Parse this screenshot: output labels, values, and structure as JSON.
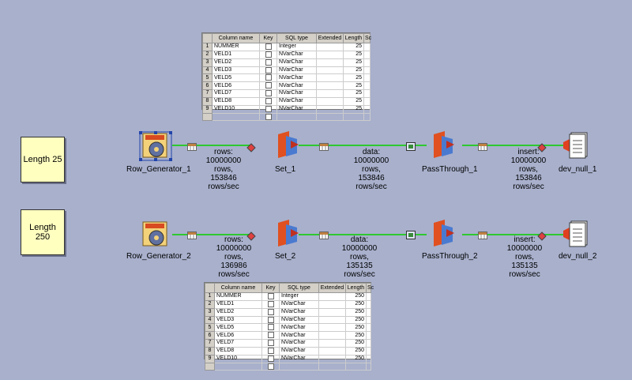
{
  "notes": [
    "Length 25",
    "Length 250"
  ],
  "table_headers": [
    "Column name",
    "Key",
    "SQL type",
    "Extended",
    "Length",
    "Sc"
  ],
  "table_top": {
    "rows": [
      {
        "idx": "1",
        "name": "NUMMER",
        "type": "Integer",
        "len": "25"
      },
      {
        "idx": "2",
        "name": "VELD1",
        "type": "NVarChar",
        "len": "25"
      },
      {
        "idx": "3",
        "name": "VELD2",
        "type": "NVarChar",
        "len": "25"
      },
      {
        "idx": "4",
        "name": "VELD3",
        "type": "NVarChar",
        "len": "25"
      },
      {
        "idx": "5",
        "name": "VELD5",
        "type": "NVarChar",
        "len": "25"
      },
      {
        "idx": "6",
        "name": "VELD6",
        "type": "NVarChar",
        "len": "25"
      },
      {
        "idx": "7",
        "name": "VELD7",
        "type": "NVarChar",
        "len": "25"
      },
      {
        "idx": "8",
        "name": "VELD8",
        "type": "NVarChar",
        "len": "25"
      },
      {
        "idx": "9",
        "name": "VELD10",
        "type": "NVarChar",
        "len": "25"
      }
    ]
  },
  "table_bottom": {
    "rows": [
      {
        "idx": "1",
        "name": "NUMMER",
        "type": "Integer",
        "len": "250"
      },
      {
        "idx": "2",
        "name": "VELD1",
        "type": "NVarChar",
        "len": "250"
      },
      {
        "idx": "3",
        "name": "VELD2",
        "type": "NVarChar",
        "len": "250"
      },
      {
        "idx": "4",
        "name": "VELD3",
        "type": "NVarChar",
        "len": "250"
      },
      {
        "idx": "5",
        "name": "VELD5",
        "type": "NVarChar",
        "len": "250"
      },
      {
        "idx": "6",
        "name": "VELD6",
        "type": "NVarChar",
        "len": "250"
      },
      {
        "idx": "7",
        "name": "VELD7",
        "type": "NVarChar",
        "len": "250"
      },
      {
        "idx": "8",
        "name": "VELD8",
        "type": "NVarChar",
        "len": "250"
      },
      {
        "idx": "9",
        "name": "VELD10",
        "type": "NVarChar",
        "len": "250"
      }
    ]
  },
  "flow1": {
    "generator": "Row_Generator_1",
    "set": "Set_1",
    "pass": "PassThrough_1",
    "dest": "dev_null_1",
    "stats_rows": "rows:\n10000000\nrows,\n153846\nrows/sec",
    "stats_data": "data:\n10000000\nrows,\n153846\nrows/sec",
    "stats_insert": "insert:\n10000000\nrows,\n153846\nrows/sec"
  },
  "flow2": {
    "generator": "Row_Generator_2",
    "set": "Set_2",
    "pass": "PassThrough_2",
    "dest": "dev_null_2",
    "stats_rows": "rows:\n10000000\nrows,\n136986\nrows/sec",
    "stats_data": "data:\n10000000\nrows,\n135135\nrows/sec",
    "stats_insert": "insert:\n10000000\nrows,\n135135\nrows/sec"
  },
  "colors": {
    "link": "#2ec82e",
    "background": "#a8b0cc",
    "note": "#ffffc0"
  }
}
